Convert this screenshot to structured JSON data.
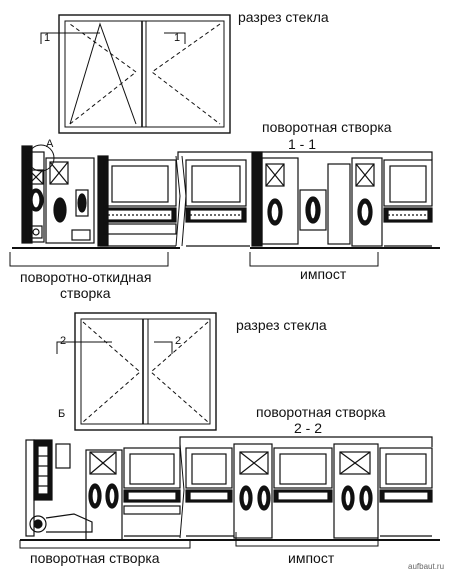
{
  "top_section": {
    "section_label": "разрез стекла",
    "marker_left": "1",
    "marker_right": "1",
    "sash_label": "поворотная створка",
    "cut_label": "1 - 1",
    "detail_label": "А",
    "left_label_line1": "поворотно-откидная",
    "left_label_line2": "створка",
    "mullion_label": "импост"
  },
  "bottom_section": {
    "section_label": "разрез стекла",
    "marker_left": "2",
    "marker_right": "2",
    "detail_label": "Б",
    "sash_label": "поворотная створка",
    "cut_label": "2 - 2",
    "left_label": "поворотная створка",
    "mullion_label": "импост"
  },
  "watermark": "aufbaut.ru",
  "colors": {
    "ink": "#111111",
    "paper": "#ffffff",
    "watermark": "#666666"
  }
}
